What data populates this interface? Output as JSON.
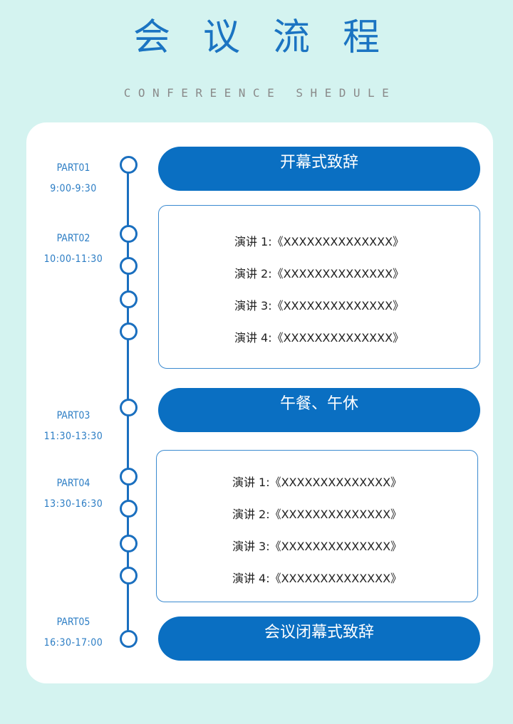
{
  "header": {
    "title": "会议流程",
    "subtitle": "CONFEREENCE SHEDULE"
  },
  "colors": {
    "background": "#d4f3f0",
    "accent": "#0a6fc2",
    "card": "#ffffff",
    "subtitle_gray": "#8a8a8a"
  },
  "parts": [
    {
      "name": "PART01",
      "time": "9:00-9:30"
    },
    {
      "name": "PART02",
      "time": "10:00-11:30"
    },
    {
      "name": "PART03",
      "time": "11:30-13:30"
    },
    {
      "name": "PART04",
      "time": "13:30-16:30"
    },
    {
      "name": "PART05",
      "time": "16:30-17:00"
    }
  ],
  "sessions": {
    "opening": "开幕式致辞",
    "lunch": "午餐、午休",
    "closing": "会议闭幕式致辞",
    "morning_talks": [
      "演讲 1:《XXXXXXXXXXXXXX》",
      "演讲 2:《XXXXXXXXXXXXXX》",
      "演讲 3:《XXXXXXXXXXXXXX》",
      "演讲 4:《XXXXXXXXXXXXXX》"
    ],
    "afternoon_talks": [
      "演讲 1:《XXXXXXXXXXXXXX》",
      "演讲 2:《XXXXXXXXXXXXXX》",
      "演讲 3:《XXXXXXXXXXXXXX》",
      "演讲 4:《XXXXXXXXXXXXXX》"
    ]
  }
}
